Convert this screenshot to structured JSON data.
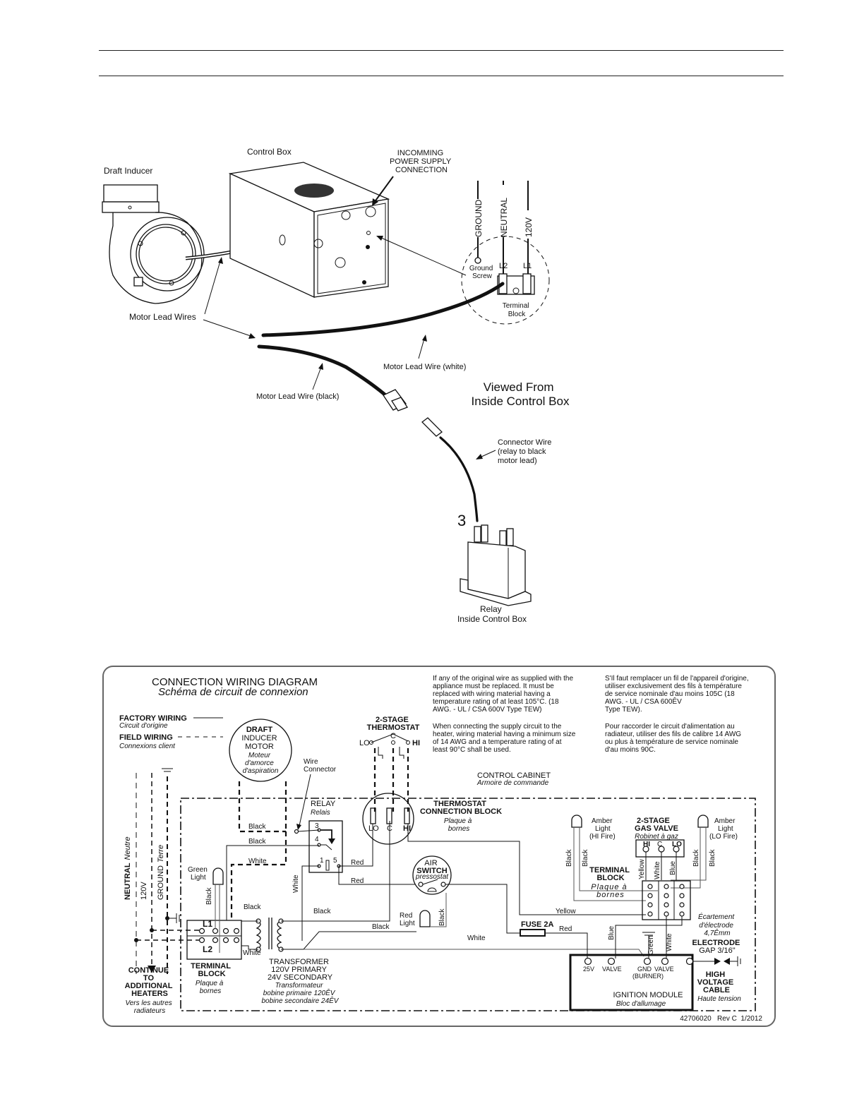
{
  "page": {
    "header_rules": 2
  },
  "illustration": {
    "control_box": "Control Box",
    "draft_inducer": "Draft Inducer",
    "incoming_power": [
      "INCOMMING",
      "POWER SUPPLY",
      "CONNECTION"
    ],
    "ground": "GROUND",
    "neutral": "NEUTRAL",
    "v120": "120V",
    "ground_screw": [
      "Ground",
      "Screw"
    ],
    "l2": "L2",
    "l1": "L1",
    "terminal_block": [
      "Terminal",
      "Block"
    ],
    "motor_lead_wires": "Motor Lead Wires",
    "motor_lead_white": "Motor Lead Wire (white)",
    "motor_lead_black": "Motor Lead Wire (black)",
    "viewed_from": [
      "Viewed From",
      "Inside Control Box"
    ],
    "connector_wire": [
      "Connector Wire",
      "(relay to black",
      "motor lead)"
    ],
    "relay_terminal": "3",
    "relay_caption": [
      "Relay",
      "Inside Control Box"
    ]
  },
  "wiring": {
    "title": "CONNECTION WIRING DIAGRAM",
    "subtitle": "Schéma de circuit de connexion",
    "legend": {
      "factory": "FACTORY WIRING",
      "factory_fr": "Circuit d'origine",
      "field": "FIELD WIRING",
      "field_fr": "Connexions client"
    },
    "notes_en": [
      "If any of the original wire as supplied with the",
      "appliance must be replaced. It must be",
      "replaced with wiring material having a",
      "temperature rating of at least 105°C. (18",
      "AWG. - UL / CSA 600V Type TEW)",
      "",
      "When connecting the supply circuit to the",
      "heater, wiring material having a minimum size",
      "of 14 AWG and a temperature rating of at",
      "least 90°C shall be used."
    ],
    "notes_fr": [
      "S'Il faut remplacer un fil de l'appareil d'origine,",
      "utiliser exclusivement des fils  à température",
      "de service nominale d'au moins 105C (18",
      "AWG. - UL / CSA 600ÊV",
      "Type TEW).",
      "",
      "Pour raccorder le circuit d'alimentation au",
      "radiateur, utiliser des fils de calibre 14 AWG",
      "ou plus à température de service nominale",
      "d'au moins 90C."
    ],
    "draft_motor": [
      "DRAFT",
      "INDUCER",
      "MOTOR",
      "Moteur",
      "d'amorce",
      "d'aspiration"
    ],
    "wire_connector": [
      "Wire",
      "Connector"
    ],
    "thermostat": [
      "2-STAGE",
      "THERMOSTAT"
    ],
    "thermostat_terms": {
      "lo": "LO",
      "c": "C",
      "hi": "HI"
    },
    "control_cabinet": "CONTROL CABINET",
    "control_cabinet_fr": "Armoire de commande",
    "relay": "RELAY",
    "relay_fr": "Relais",
    "relay_pins": [
      "3",
      "4",
      "1",
      "5"
    ],
    "tcb": [
      "THERMOSTAT",
      "CONNECTION BLOCK"
    ],
    "tcb_fr": [
      "Plaque à",
      "bornes"
    ],
    "tcb_terms": [
      "LO",
      "C",
      "HI"
    ],
    "air_switch": [
      "AIR",
      "SWITCH"
    ],
    "air_switch_fr": "pressostat",
    "amber_hi": [
      "Amber",
      "Light",
      "(HI Fire)"
    ],
    "amber_lo": [
      "Amber",
      "Light",
      "(LO Fire)"
    ],
    "gas_valve": [
      "2-STAGE",
      "GAS VALVE"
    ],
    "gas_valve_fr": "Robinet à gaz",
    "gas_valve_terms": [
      "HI",
      "C",
      "LO"
    ],
    "terminal_block_right": [
      "TERMINAL",
      "BLOCK"
    ],
    "terminal_block_right_fr": [
      "Plaque à",
      "bornes"
    ],
    "supply": {
      "neutral": "NEUTRAL",
      "neutral_fr": "Neutre",
      "v120": "120V",
      "ground": "GROUND",
      "ground_fr": "Terre"
    },
    "green_light": [
      "Green",
      "Light"
    ],
    "red_light": [
      "Red",
      "Light"
    ],
    "terminal_block_left": [
      "TERMINAL",
      "BLOCK"
    ],
    "terminal_block_left_fr": [
      "Plaque à",
      "bornes"
    ],
    "l1": "L1",
    "l2": "L2",
    "continue": [
      "CONTINUE",
      "TO",
      "ADDITIONAL",
      "HEATERS"
    ],
    "continue_fr": [
      "Vers les autres",
      "radiateurs"
    ],
    "transformer": [
      "TRANSFORMER",
      "120V PRIMARY",
      "24V SECONDARY"
    ],
    "transformer_fr": [
      "Transformateur",
      "bobine primaire 120ÊV",
      "bobine secondaire 24ÊV"
    ],
    "fuse": "FUSE 2A",
    "wire_labels": {
      "black": "Black",
      "white": "White",
      "red": "Red",
      "yellow": "Yellow",
      "blue": "Blue",
      "green": "Green"
    },
    "ignition_module": "IGNITION MODULE",
    "ignition_module_fr": "Bloc d'allumage",
    "ignition_terms": [
      "25V",
      "VALVE",
      "GND",
      "(BURNER)",
      "VALVE"
    ],
    "electrode_fr": [
      "Écartement",
      "d'électrode",
      "4,7Êmm"
    ],
    "electrode": [
      "ELECTRODE",
      "GAP 3/16\""
    ],
    "hv_cable": [
      "HIGH",
      "VOLTAGE",
      "CABLE"
    ],
    "hv_cable_fr": "Haute tension",
    "doc_number": "42706020   Rev C  1/2012"
  }
}
